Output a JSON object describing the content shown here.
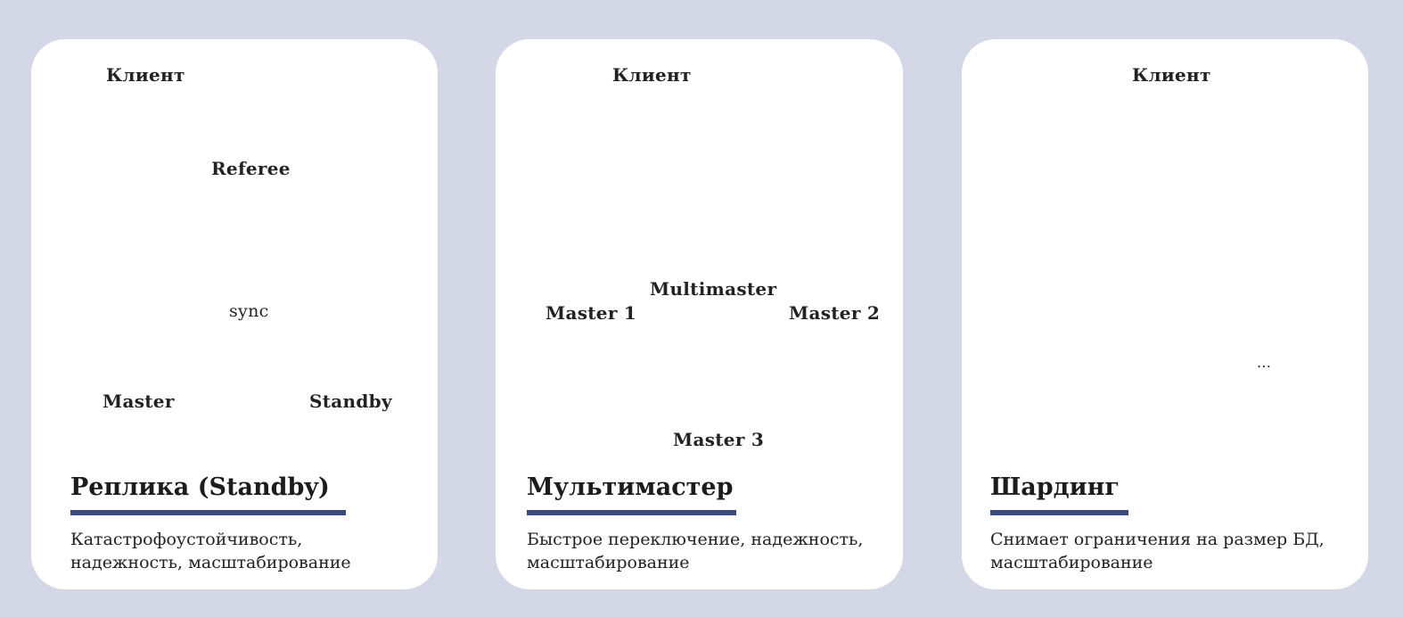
{
  "panels": [
    {
      "title": "Реплика (Standby)",
      "description": [
        "Катастрофоустойчивость,",
        "надежность, масштабирование"
      ],
      "labels": {
        "client": "Клиент",
        "referee": "Referee",
        "sync": "sync",
        "master": "Master",
        "standby": "Standby"
      }
    },
    {
      "title": "Мультимастер",
      "description": [
        "Быстрое переключение, надежность,",
        "масштабирование"
      ],
      "labels": {
        "client": "Клиент",
        "master1": "Master 1",
        "master2": "Master 2",
        "master3": "Master 3",
        "multimaster": "Multimaster"
      }
    },
    {
      "title": "Шардинг",
      "description": [
        "Снимает ограничения на размер БД,",
        "масштабирование"
      ],
      "labels": {
        "client": "Клиент",
        "ellipsis": "..."
      }
    }
  ],
  "icons": [
    "computer-icon",
    "server-tower-icon",
    "database-icon",
    "server-rack-icon",
    "shard-table-icon"
  ],
  "colors": {
    "background": "#d4d7e6",
    "card": "#ffffff",
    "rule": "#3a4a7a",
    "green_arrow": "#27b14a",
    "red_arrow": "#e3262b",
    "blue_arrow": "#2aa8e0",
    "navy_arrow": "#1f2d55",
    "shard_red": "#e05555",
    "shard_gray": "#a8a8a8",
    "shard_blue": "#5aa6d6"
  }
}
